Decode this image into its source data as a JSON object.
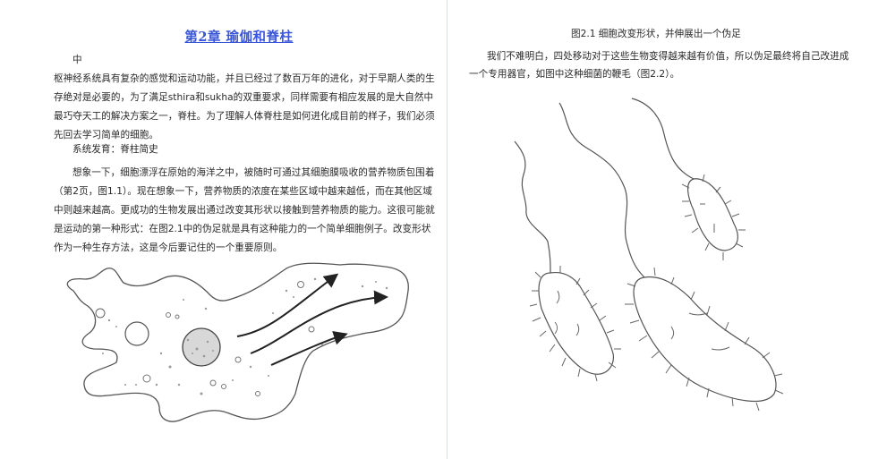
{
  "left_page": {
    "chapter_title": "第2章  瑜伽和脊柱",
    "para1": {
      "lines": [
        "中",
        "枢神经系统具有复杂的感觉和运动功能，并且已经过了数百万年的进化，对于早期人类的生",
        "存绝对是必要的，为了满足sthira和sukha的双重要求，同样需要有相应发展的是大自然中",
        "最巧夺天工的解决方案之一，脊柱。为了理解人体脊柱是如何进化成目前的样子，我们必须",
        "先回去学习简单的细胞。"
      ]
    },
    "section_heading": "系统发育：脊柱简史",
    "para2": {
      "lines": [
        "想象一下，细胞漂浮在原始的海洋之中，被随时可通过其细胞膜吸收的营养物质包围着",
        "（第2页，图1.1）。现在想象一下，营养物质的浓度在某些区域中越来越低，而在其他区域",
        "中则越来越高。更成功的生物发展出通过改变其形状以接触到营养物质的能力。这很可能就",
        "是运动的第一种形式：在图2.1中的伪足就是具有这种能力的一个简单细胞例子。改变形状",
        "作为一种生存方法，这是今后要记住的一个重要原则。"
      ]
    },
    "figure": {
      "name": "amoeba-pseudopod-illustration"
    }
  },
  "right_page": {
    "figure_caption": "图2.1 细胞改变形状，并伸展出一个伪足",
    "para": {
      "lines": [
        "我们不难明白，四处移动对于这些生物变得越来越有价值，所以伪足最终将自己改进成",
        "一个专用器官，如图中这种细菌的鞭毛（图2.2）。"
      ]
    },
    "figure": {
      "name": "flagellated-bacteria-illustration"
    }
  },
  "colors": {
    "title_blue": "#3a56d8",
    "text": "#2a2a2a",
    "divider": "#d8e0e6",
    "background": "#ffffff"
  }
}
